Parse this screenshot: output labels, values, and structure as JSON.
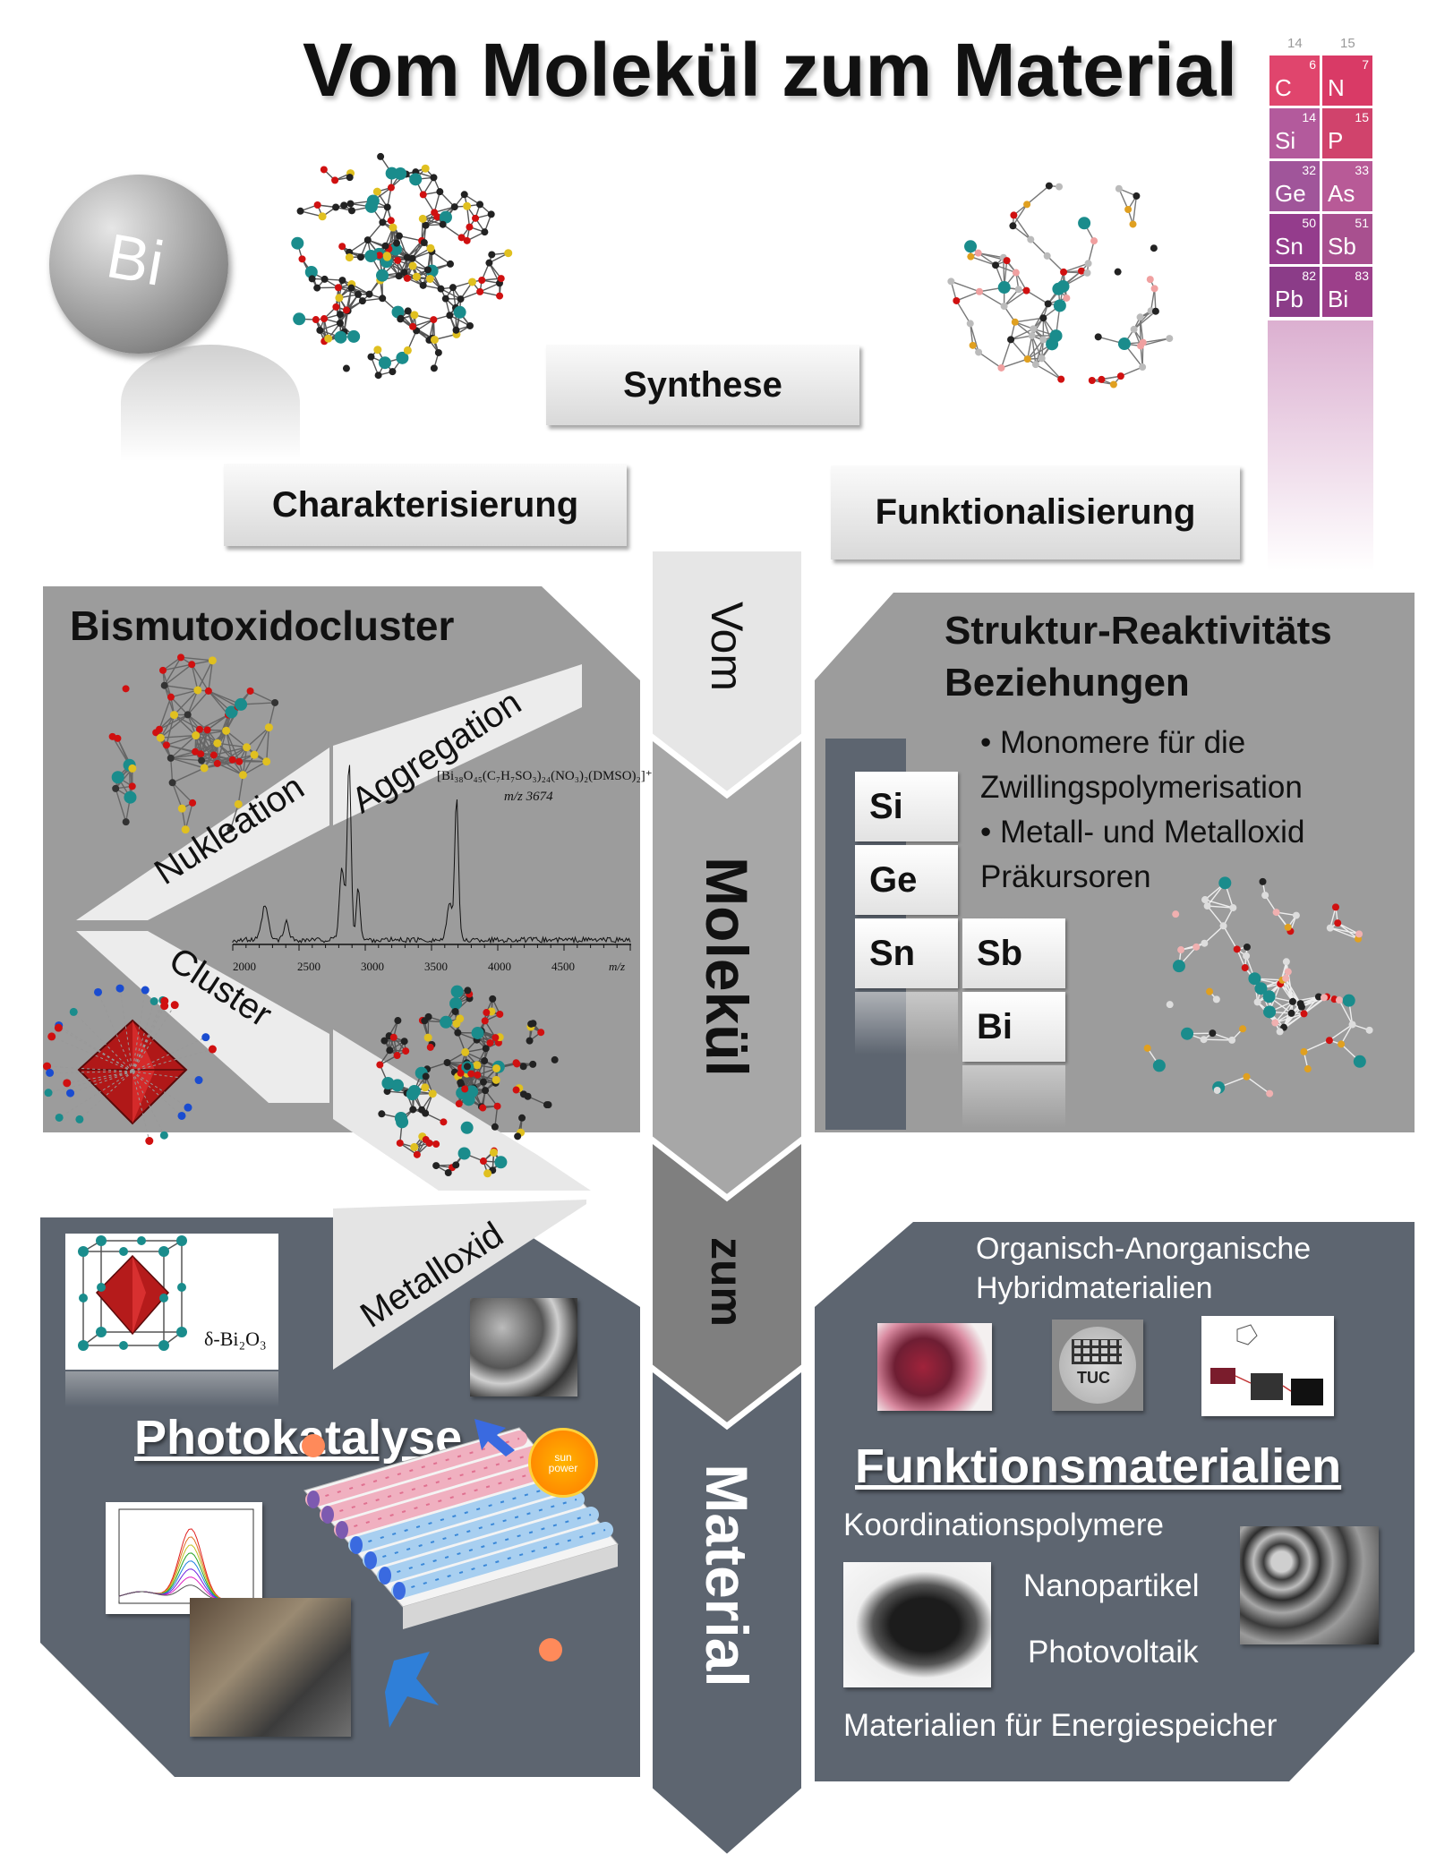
{
  "title": "Vom Molekül zum Material",
  "logo_bi": "Bi",
  "banners": {
    "synthese": "Synthese",
    "charakterisierung": "Charakterisierung",
    "funktionalisierung": "Funktionalisierung"
  },
  "arrow_words": [
    "Vom",
    "Molekül",
    "zum",
    "Material"
  ],
  "periodic_table": {
    "columns": [
      "14",
      "15"
    ],
    "cells": [
      {
        "num": "6",
        "sym": "C",
        "color": "#e0456d"
      },
      {
        "num": "7",
        "sym": "N",
        "color": "#d93a66"
      },
      {
        "num": "14",
        "sym": "Si",
        "color": "#b35a9c"
      },
      {
        "num": "15",
        "sym": "P",
        "color": "#d0436c"
      },
      {
        "num": "32",
        "sym": "Ge",
        "color": "#a0559a"
      },
      {
        "num": "33",
        "sym": "As",
        "color": "#b85a97"
      },
      {
        "num": "50",
        "sym": "Sn",
        "color": "#943c8c"
      },
      {
        "num": "51",
        "sym": "Sb",
        "color": "#a8508f"
      },
      {
        "num": "82",
        "sym": "Pb",
        "color": "#8b3c88"
      },
      {
        "num": "83",
        "sym": "Bi",
        "color": "#9c3f8a"
      }
    ]
  },
  "bismut_panel": {
    "title": "Bismutoxidocluster",
    "labels": [
      "Nukleation",
      "Aggregation",
      "Cluster",
      "Metalloxid"
    ],
    "ms_formula": "[Bi₃₈O₄₅(C₇H₇SO₃)₂₄(NO₃)₂(DMSO)₂]⁺",
    "ms_mz": "m/z 3674",
    "ms_ticks": [
      "2000",
      "2500",
      "3000",
      "3500",
      "4000",
      "4500",
      "m/z"
    ]
  },
  "struktur_panel": {
    "title_line1": "Struktur-Reaktivitäts",
    "title_line2": "Beziehungen",
    "bullets": [
      "• Monomere für die",
      "Zwillingspolymerisation",
      "• Metall- und Metalloxid",
      "Präkursoren"
    ],
    "tiles": [
      "Si",
      "Ge",
      "Sn",
      "Sb",
      "Bi"
    ]
  },
  "photo_panel": {
    "title": "Photokatalyse",
    "bi2o3_label": "δ-Bi₂O₃",
    "sun_text": "sun power"
  },
  "funktion_panel": {
    "hybrid_line1": "Organisch-Anorganische",
    "hybrid_line2": "Hybridmaterialien",
    "title": "Funktionsmaterialien",
    "items": [
      "Koordinationspolymere",
      "Nanopartikel",
      "Photovoltaik",
      "Materialien für Energiespeicher"
    ],
    "tuc_label": "TUC"
  },
  "colors": {
    "panel_light_gray": "#9c9c9c",
    "panel_dark_slate": "#5d6570",
    "arrow_light": "#e4e4e4",
    "arrow_mid": "#a6a6a6",
    "arrow_darker": "#7f7f7f",
    "arrow_dark": "#5d6570"
  }
}
